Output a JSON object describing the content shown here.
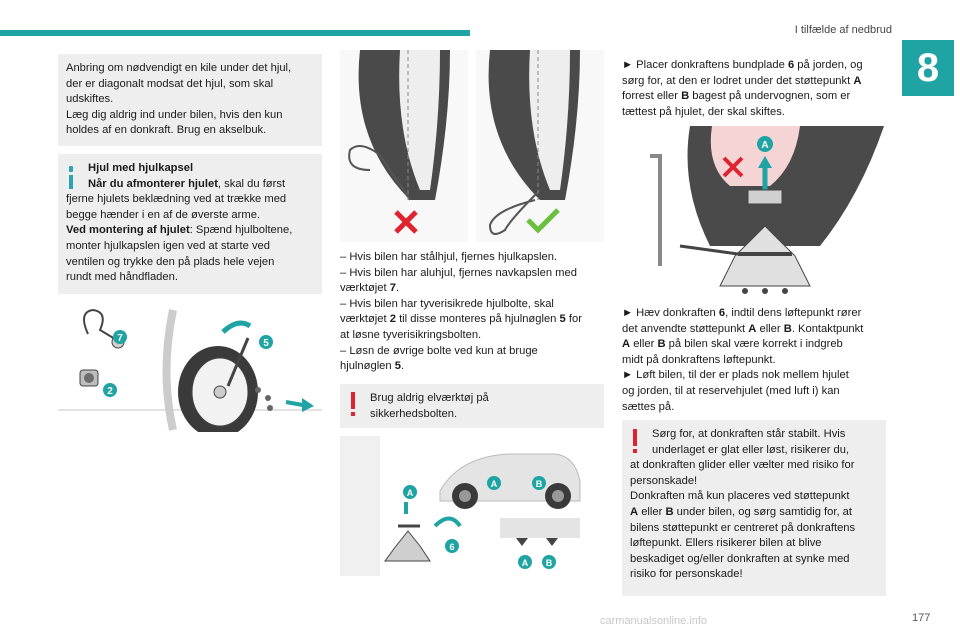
{
  "header": {
    "section_title": "I tilfælde af nedbrud",
    "chapter_number": "8",
    "accent_color": "#1fa3a3"
  },
  "col1": {
    "box1": {
      "line1": "Anbring om nødvendigt en kile under det hjul,",
      "line2": "der er diagonalt modsat det hjul, som skal",
      "line3": "udskiftes.",
      "line4": "Læg dig aldrig ind under bilen, hvis den kun",
      "line5": "holdes af en donkraft. Brug en akselbuk."
    },
    "box2": {
      "title": "Hjul med hjulkapsel",
      "remove_bold": "Når du afmonterer hjulet",
      "remove_rest": ", skal du først",
      "line3": "fjerne hjulets beklædning ved at trække med",
      "line4": "begge hænder i en af de øverste arme.",
      "mount_bold": "Ved montering af hjulet",
      "mount_rest": ": Spænd hjulboltene,",
      "line6": "monter hjulkapslen igen ved at starte ved",
      "line7": "ventilen og trykke den på plads hele vejen",
      "line8": "rundt med håndfladen."
    },
    "figure_labels": {
      "l7": "7",
      "l2": "2",
      "l5": "5"
    }
  },
  "col2": {
    "list": [
      "–  Hvis bilen har stålhjul, fjernes hjulkapslen.",
      "–  Hvis bilen har aluhjul, fjernes navkapslen med",
      "værktøjet ",
      "–  Hvis bilen har tyverisikrede hjulbolte, skal",
      "værktøjet ",
      " til disse monteres på hjulnøglen ",
      " for",
      "at løsne tyverisikringsbolten.",
      "–  Løsn de øvrige bolte ved kun at bruge",
      "hjulnøglen "
    ],
    "tool7": "7",
    "tool2": "2",
    "tool5a": "5",
    "tool5b": "5",
    "warn_box": {
      "line1": "Brug aldrig elværktøj på",
      "line2": "sikkerhedsbolten."
    },
    "figure_labels": {
      "A1": "A",
      "A2": "A",
      "B1": "B",
      "A3": "A",
      "B2": "B",
      "six": "6"
    }
  },
  "col3": {
    "para1": {
      "l1a": "►  Placer donkraftens bundplade ",
      "l1b": "6",
      "l1c": " på jorden, og",
      "l2a": "sørg for, at den er lodret under det støttepunkt ",
      "l2b": "A",
      "l3a": "forrest eller ",
      "l3b": "B",
      "l3c": " bagest på undervognen, som er",
      "l4": "tættest på hjulet, der skal skiftes."
    },
    "figure_label": "A",
    "para2": {
      "l1a": "►  Hæv donkraften ",
      "l1b": "6",
      "l1c": ", indtil dens løftepunkt rører",
      "l2a": "det anvendte støttepunkt ",
      "l2b": "A",
      "l2c": " eller ",
      "l2d": "B",
      "l2e": ". Kontaktpunkt",
      "l3a": "A",
      "l3b": " eller ",
      "l3c": "B",
      "l3d": " på bilen skal være korrekt i indgreb",
      "l4": "midt på donkraftens løftepunkt.",
      "l5": "►  Løft bilen, til der er plads nok mellem hjulet",
      "l6": "og jorden, til at reservehjulet (med luft i) kan",
      "l7": "sættes på."
    },
    "warn_box": {
      "l1": "Sørg for, at donkraften står stabilt. Hvis",
      "l2": "underlaget er glat eller løst, risikerer du,",
      "l3": "at donkraften glider eller vælter med risiko for",
      "l4": "personskade!",
      "l5": "Donkraften må kun placeres ved støttepunkt",
      "l6a": "A",
      "l6b": " eller ",
      "l6c": "B",
      "l6d": " under bilen, og sørg samtidig for, at",
      "l7": "bilens støttepunkt er centreret på donkraftens",
      "l8": "løftepunkt. Ellers risikerer bilen at blive",
      "l9": "beskadiget og/eller donkraften at synke med",
      "l10": "risiko for personskade!"
    }
  },
  "footer": {
    "page_number": "177",
    "watermark": "carmanualsonline.info"
  }
}
